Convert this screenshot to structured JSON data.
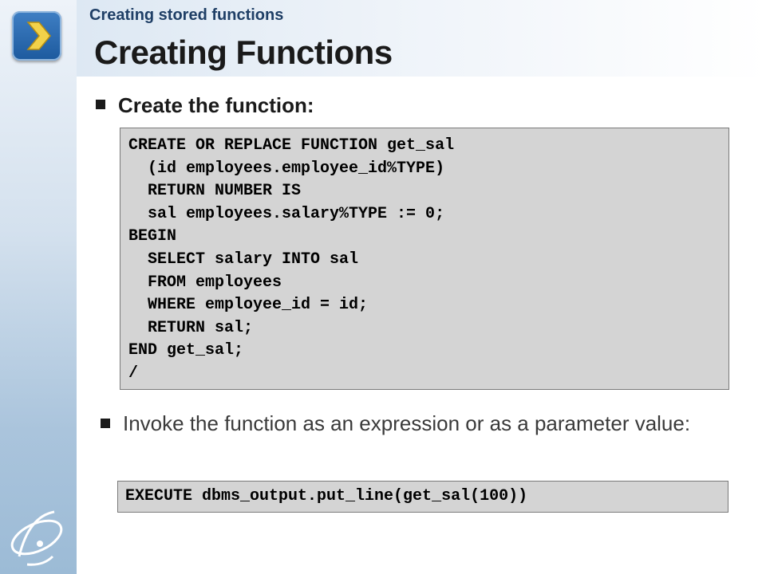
{
  "header": {
    "subtitle": "Creating stored functions",
    "title": "Creating Functions"
  },
  "bullets": [
    "Create the function:",
    "Invoke the function as an expression or as a parameter value:"
  ],
  "code_blocks": [
    {
      "lines": [
        "CREATE OR REPLACE FUNCTION get_sal",
        "  (id employees.employee_id%TYPE)",
        "  RETURN NUMBER IS",
        "  sal employees.salary%TYPE := 0;",
        "BEGIN",
        "  SELECT salary INTO sal",
        "  FROM employees",
        "  WHERE employee_id = id;",
        "  RETURN sal;",
        "END get_sal;",
        "/"
      ]
    },
    {
      "lines": [
        "EXECUTE dbms_output.put_line(get_sal(100))"
      ]
    }
  ],
  "icons": {
    "nav_arrow": "chevron-right-icon",
    "logo": "orbit-logo-icon"
  },
  "colors": {
    "subtitle": "#1f3f66",
    "code_background": "#d4d4d4",
    "sidebar_bottom": "#9cbbd6"
  }
}
